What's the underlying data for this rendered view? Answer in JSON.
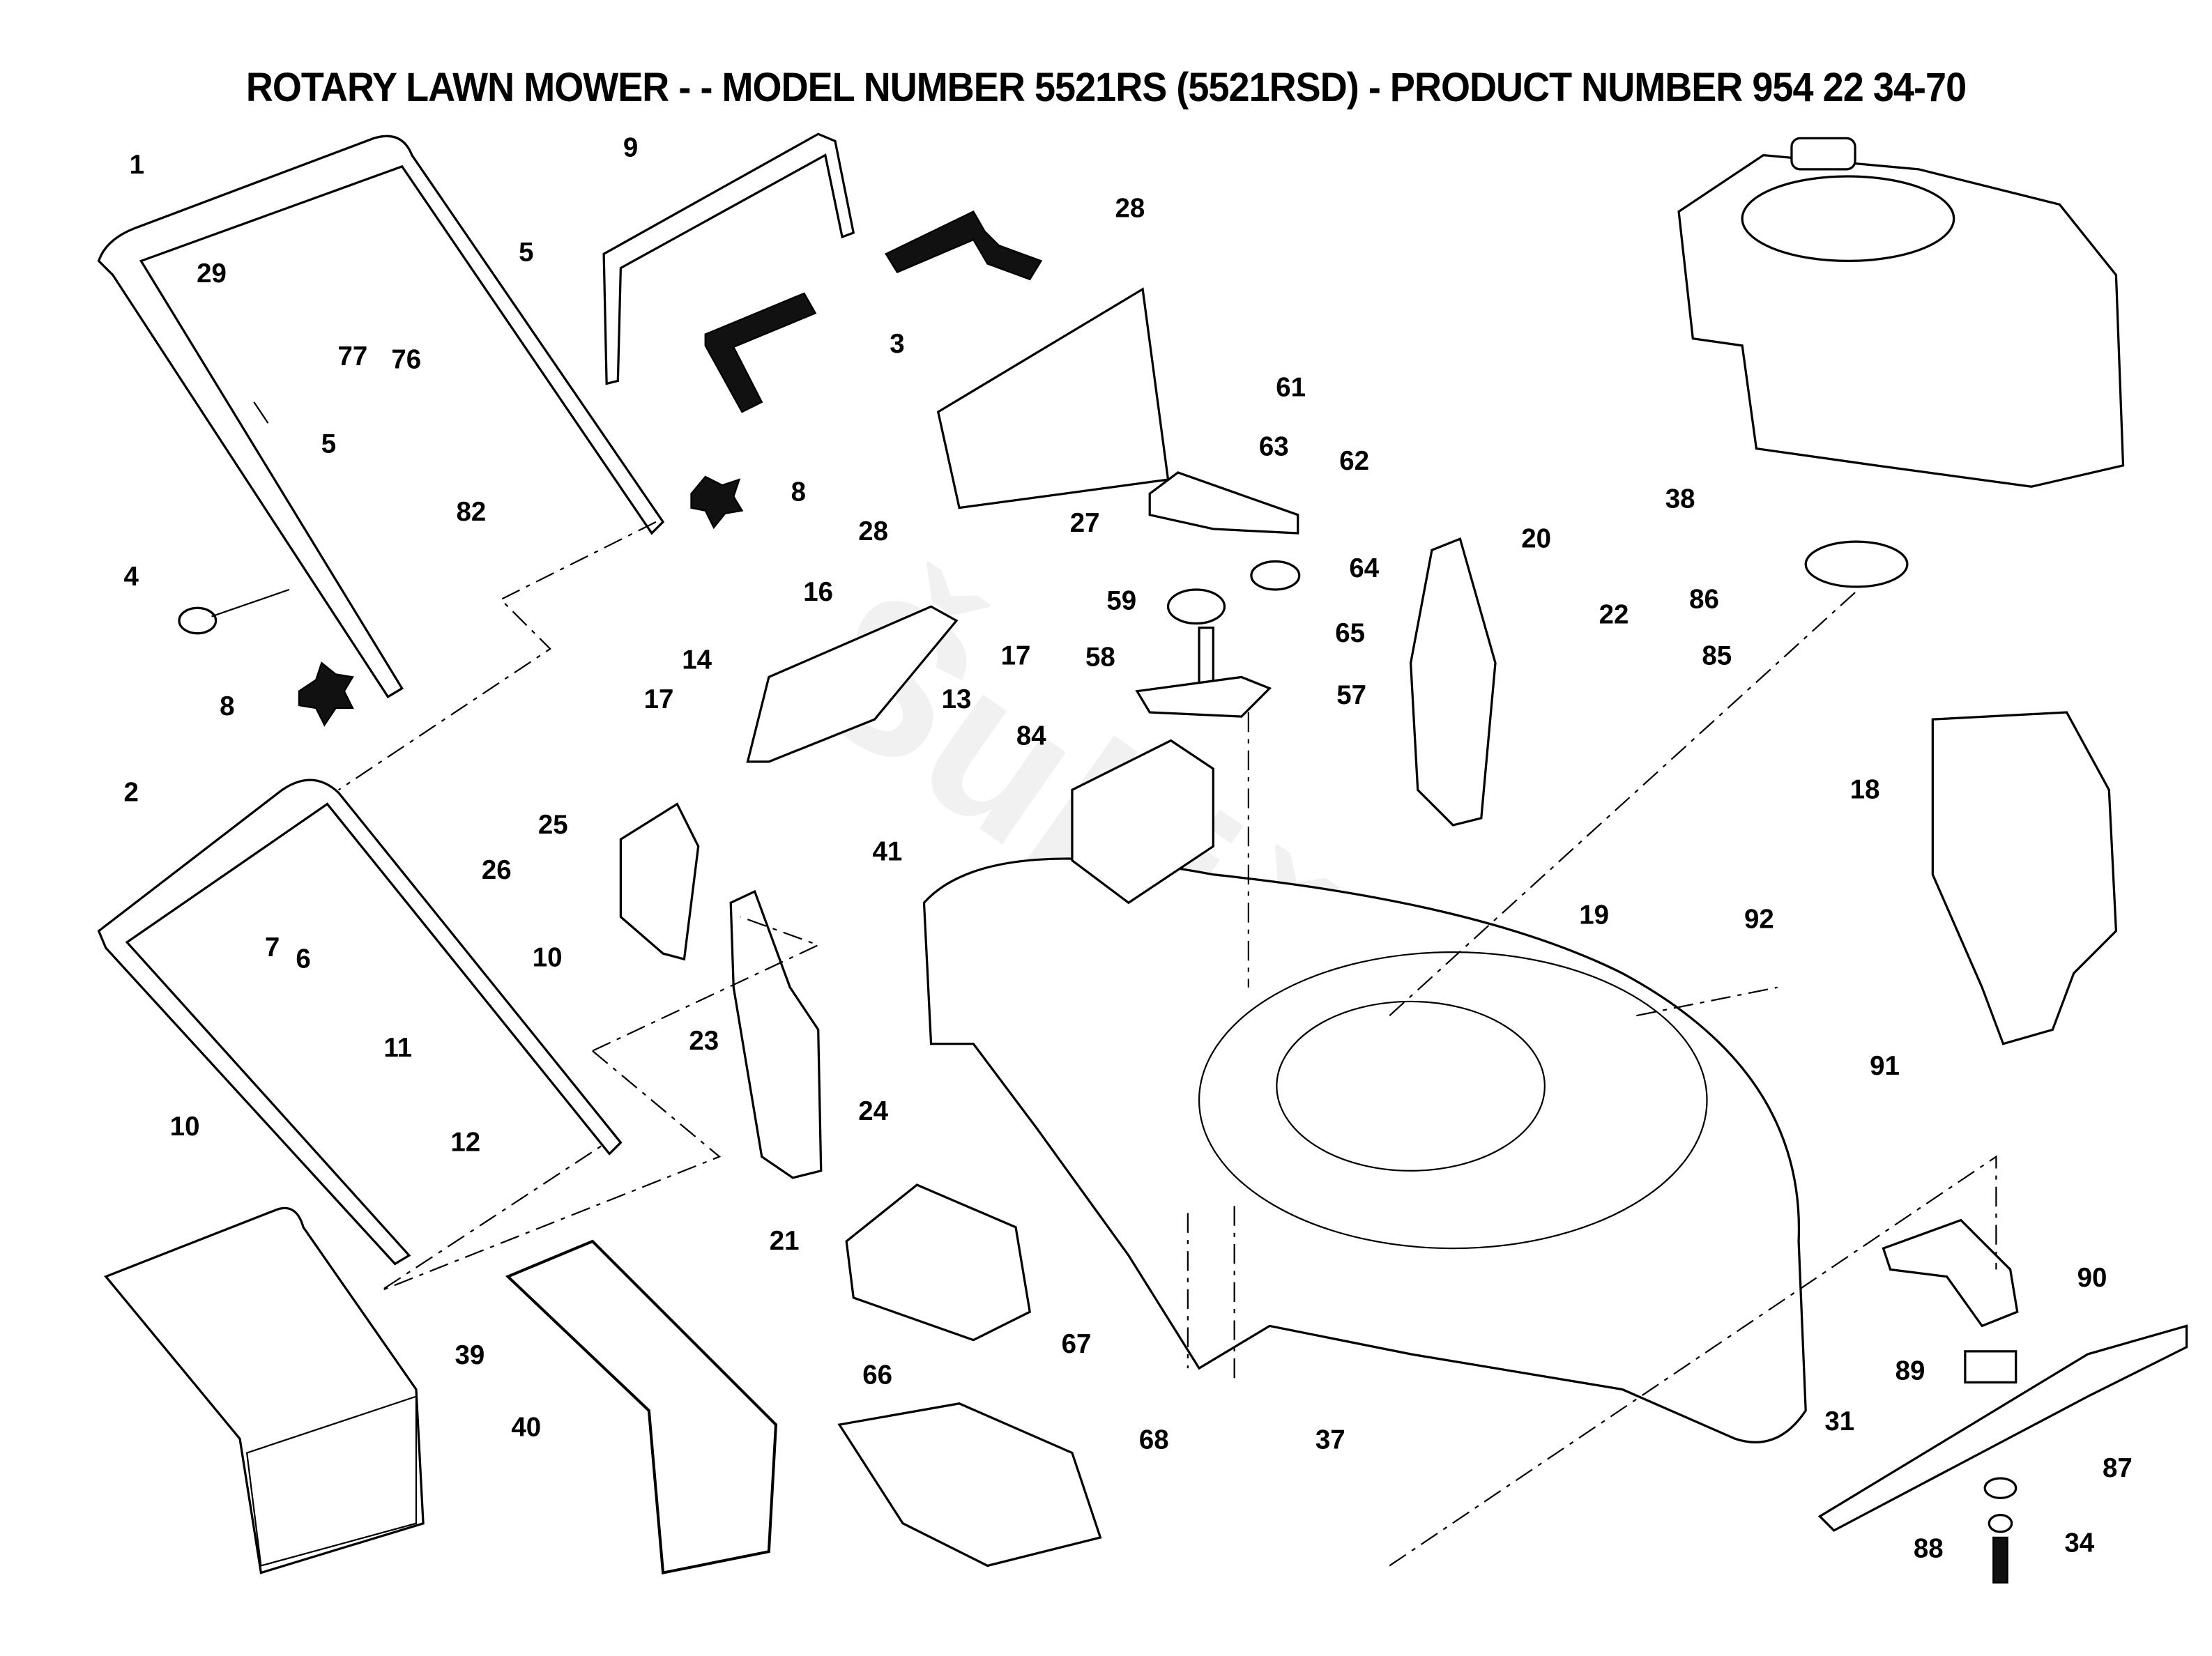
{
  "title": "ROTARY LAWN MOWER - - MODEL NUMBER 5521RS (5521RSD) - PRODUCT NUMBER 954 22 34-70",
  "watermark": "Šubiček",
  "callouts": [
    "1",
    "29",
    "77",
    "76",
    "5",
    "82",
    "9",
    "3",
    "28",
    "5",
    "8",
    "4",
    "8",
    "28",
    "27",
    "61",
    "63",
    "62",
    "64",
    "59",
    "65",
    "58",
    "57",
    "84",
    "16",
    "17",
    "14",
    "13",
    "17",
    "20",
    "22",
    "38",
    "86",
    "85",
    "18",
    "2",
    "25",
    "26",
    "41",
    "19",
    "92",
    "7",
    "6",
    "10",
    "11",
    "23",
    "24",
    "91",
    "10",
    "12",
    "21",
    "66",
    "67",
    "39",
    "40",
    "68",
    "37",
    "90",
    "89",
    "31",
    "87",
    "88",
    "34"
  ]
}
